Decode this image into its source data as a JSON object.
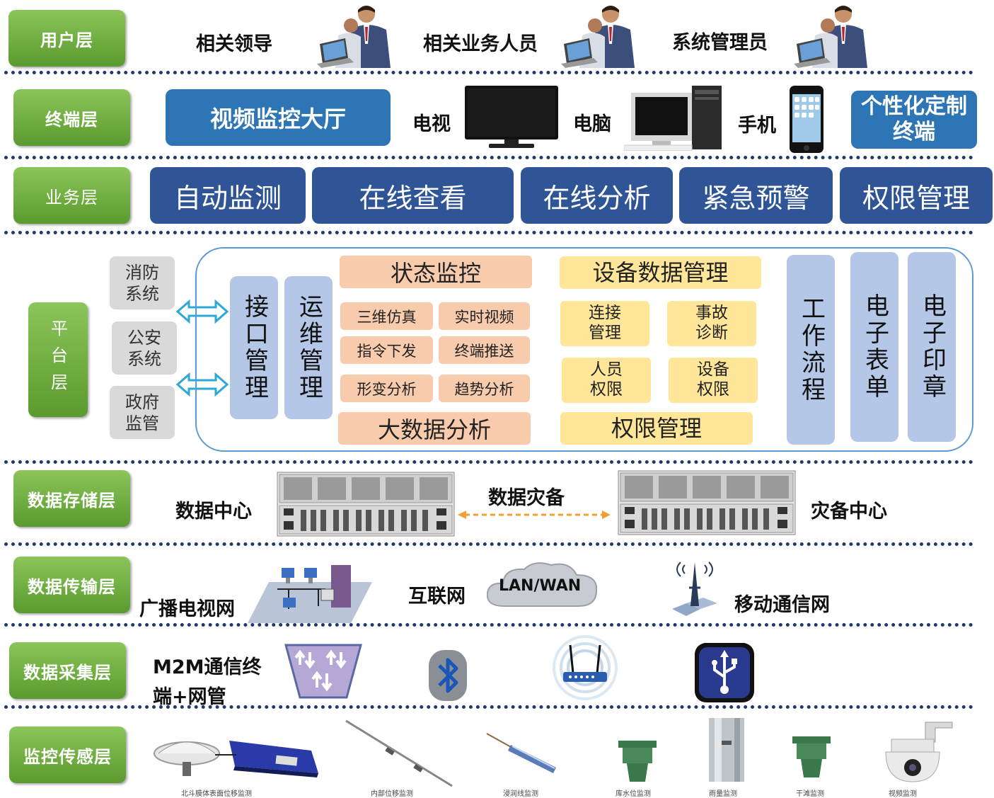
{
  "layers": {
    "user": "用户层",
    "terminal": "终端层",
    "business": "业务层",
    "platform": "平台层",
    "storage": "数据存储层",
    "transmission": "数据传输层",
    "collection": "数据采集层",
    "sensing": "监控传感层"
  },
  "user_layer": {
    "roles": [
      "相关领导",
      "相关业务人员",
      "系统管理员"
    ]
  },
  "terminal_layer": {
    "video_hall": "视频监控大厅",
    "tv": "电视",
    "pc": "电脑",
    "phone": "手机",
    "custom": "个性化定制终端"
  },
  "business_layer": {
    "items": [
      "自动监测",
      "在线查看",
      "在线分析",
      "紧急预警",
      "权限管理"
    ]
  },
  "platform_layer": {
    "external": [
      "消防系统",
      "公安系统",
      "政府监管"
    ],
    "interface_mgmt": "接口管理",
    "ops_mgmt": "运维管理",
    "status_monitor": "状态监控",
    "status_items": [
      "三维仿真",
      "实时视频",
      "指令下发",
      "终端推送",
      "形变分析",
      "趋势分析"
    ],
    "big_data": "大数据分析",
    "device_data_mgmt": "设备数据管理",
    "device_items": [
      "连接管理",
      "事故诊断",
      "人员权限",
      "设备权限"
    ],
    "permission_mgmt": "权限管理",
    "workflow": "工作流程",
    "e_form": "电子表单",
    "e_seal": "电子印章"
  },
  "storage_layer": {
    "data_center": "数据中心",
    "backup": "数据灾备",
    "dr_center": "灾备中心"
  },
  "transmission_layer": {
    "broadcast": "广播电视网",
    "internet": "互联网",
    "lan_wan": "LAN/WAN",
    "mobile": "移动通信网"
  },
  "collection_layer": {
    "m2m_line1": "M2M通信终",
    "m2m_line2": "端+网管"
  },
  "sensing_layer": {
    "captions": [
      "北斗膜体表面位移监测",
      "内部位移监测",
      "浸润线监测",
      "库水位监测",
      "雨量监测",
      "干滩监测",
      "视频监测"
    ]
  },
  "colors": {
    "green": "#6aab3a",
    "blue": "#2e75b6",
    "navy": "#2f5597",
    "peach": "#f8cbad",
    "yellow": "#ffe699",
    "light_blue": "#b4c7e7"
  }
}
